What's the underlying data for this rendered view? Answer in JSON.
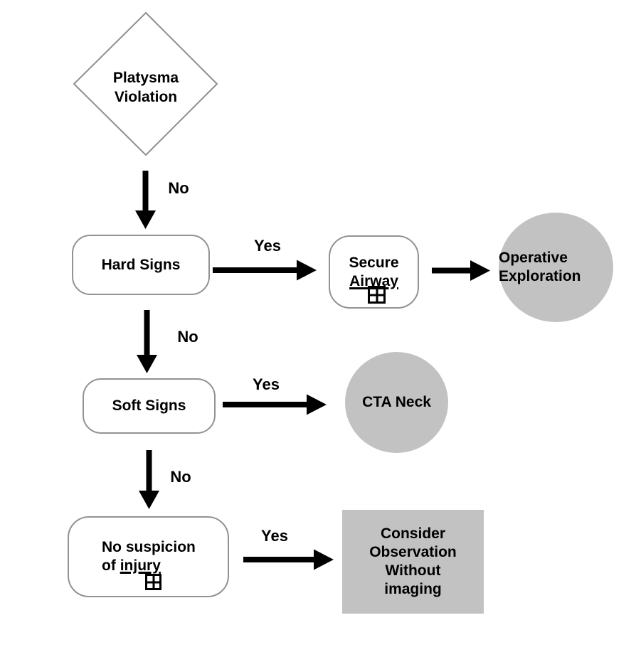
{
  "diagram": {
    "title": "Penetrating neck trauma decision flowchart",
    "nodes": {
      "platysma_violation": {
        "label": "Platysma\nViolation",
        "shape": "diamond",
        "fill": "#ffffff"
      },
      "hard_signs": {
        "label": "Hard Signs",
        "shape": "rounded-rect",
        "fill": "#ffffff"
      },
      "secure_airway": {
        "line1": "Secure",
        "line2": "Airway",
        "shape": "rounded-rect",
        "fill": "#ffffff",
        "has_expand_marker": true
      },
      "operative_exploration": {
        "label": "Operative\nExploration",
        "shape": "circle",
        "fill": "#c2c2c2"
      },
      "soft_signs": {
        "label": "Soft Signs",
        "shape": "rounded-rect",
        "fill": "#ffffff"
      },
      "cta_neck": {
        "label": "CTA Neck",
        "shape": "circle",
        "fill": "#c2c2c2"
      },
      "no_suspicion_of_injury": {
        "line1": "No suspicion",
        "line2_prefix": "of",
        "line2_underlined": "injury",
        "shape": "rounded-rect",
        "fill": "#ffffff",
        "has_expand_marker": true
      },
      "consider_observation": {
        "label": "Consider\nObservation\nWithout\nimaging",
        "shape": "rect",
        "fill": "#c2c2c2"
      }
    },
    "edges": {
      "platysma_to_hard_signs": {
        "label": "No"
      },
      "hard_signs_to_secure_airway": {
        "label": "Yes"
      },
      "secure_airway_to_operative_exploration": {
        "label": ""
      },
      "hard_signs_to_soft_signs": {
        "label": "No"
      },
      "soft_signs_to_cta_neck": {
        "label": "Yes"
      },
      "soft_signs_to_no_suspicion": {
        "label": "No"
      },
      "no_suspicion_to_observation": {
        "label": "Yes"
      }
    },
    "icons": {
      "expand_marker": "boxed-plus"
    },
    "colors": {
      "terminal_fill": "#c2c2c2",
      "node_border": "#929292",
      "diamond_border": "#8e8e8e",
      "arrow": "#000000",
      "text": "#000000",
      "background": "#ffffff"
    }
  }
}
